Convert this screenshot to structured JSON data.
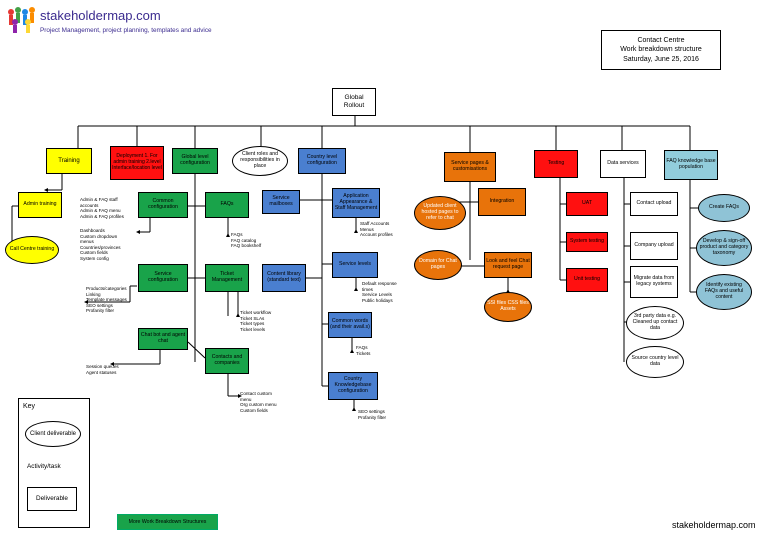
{
  "header": {
    "brand": "stakeholdermap.com",
    "tagline": "Project Management, project planning, templates and advice"
  },
  "title_box": {
    "line1": "Contact Centre",
    "line2": "Work breakdown structure",
    "line3": "Saturday, June 25, 2016"
  },
  "root": "Global Rollout",
  "level1": {
    "training": "Training",
    "deployment": "Deployment 1. For admin training 2.level Interface/location level",
    "global_config": "Global level configuration",
    "client_roles": "Client roles and responsibilities in place",
    "country_config": "Country level configuration",
    "service_pages": "Service pages & customisations",
    "testing": "Testing",
    "data_services": "Data services",
    "faq_kb": "FAQ knowledge base population"
  },
  "training": {
    "admin": "Admin training",
    "callcentre": "Call Centre training"
  },
  "global": {
    "common_config": "Common configuration",
    "faqs": "FAQs",
    "service_config": "Service configuration",
    "ticket_mgmt": "Ticket Management",
    "chatbot": "Chat bot and agent chat",
    "contacts": "Contacts and companies"
  },
  "global_lists": {
    "common_a": "Admin & FAQ staff\naccounts\nAdmin & FAQ menu\nAdmin & FAQ profiles",
    "common_b": "Dashboards\nCustom dropdown\nmenus\nCountries/provinces\nCustom fields\nSystem config",
    "faqs": "FAQs\nFAQ catalog\nFAQ bookshelf",
    "service": "Products/categories\nLinking\nTemplate messages\nSEO settings\nProfanity filter",
    "ticket": "Ticket workflow\nTicket SLAs\nTicket types\nTicket levels",
    "chatbot": "Session queues\nAgent statuses",
    "contacts": "Contact custom\nmenu\nOrg custom menu\nCustom fields"
  },
  "country": {
    "service_mailboxes": "Service mailboxes",
    "app_appearance": "Application Appearance & Staff Management",
    "content_library": "Content library (standard text)",
    "service_levels": "Service levels",
    "common_words": "Common words (and their avail.s)",
    "country_kb": "Country Knowledgebase configuration"
  },
  "country_lists": {
    "app": "Staff Accounts\nMenus\nAccount profiles",
    "service_levels": "Default response\ntimes\nService Levels\nPublic holidays",
    "common_words": "FAQs\nTickets",
    "kb": "SEO settings\nProfanity filter"
  },
  "service_pages": {
    "updated_client": "Updated client hosted pages to refer to chat",
    "integration": "Integration",
    "domain_chat": "Domain for Chat pages",
    "look_feel": "Look and feel Chat request page",
    "ssi_files": "SSI files CSS files Assets"
  },
  "testing": {
    "uat": "UAT",
    "system": "System testing",
    "unit": "Unit testing"
  },
  "data_services": {
    "contact_upload": "Contact upload",
    "company_upload": "Company upload",
    "migrate": "Migrate data from legacy systems",
    "third_party": "3rd party data e.g. Cleaned up contact data",
    "source_country": "Source country level data"
  },
  "faq_kb": {
    "create": "Create FAQs",
    "develop": "Develop & sign-off product and category taxonomy",
    "identify": "Identify existing FAQs and useful content"
  },
  "key": {
    "title": "Key",
    "client_deliverable": "Client deliverable",
    "activity": "Activity/task",
    "deliverable": "Deliverable"
  },
  "more_button": "More Work Breakdown Structures",
  "footer": "stakeholdermap.com"
}
